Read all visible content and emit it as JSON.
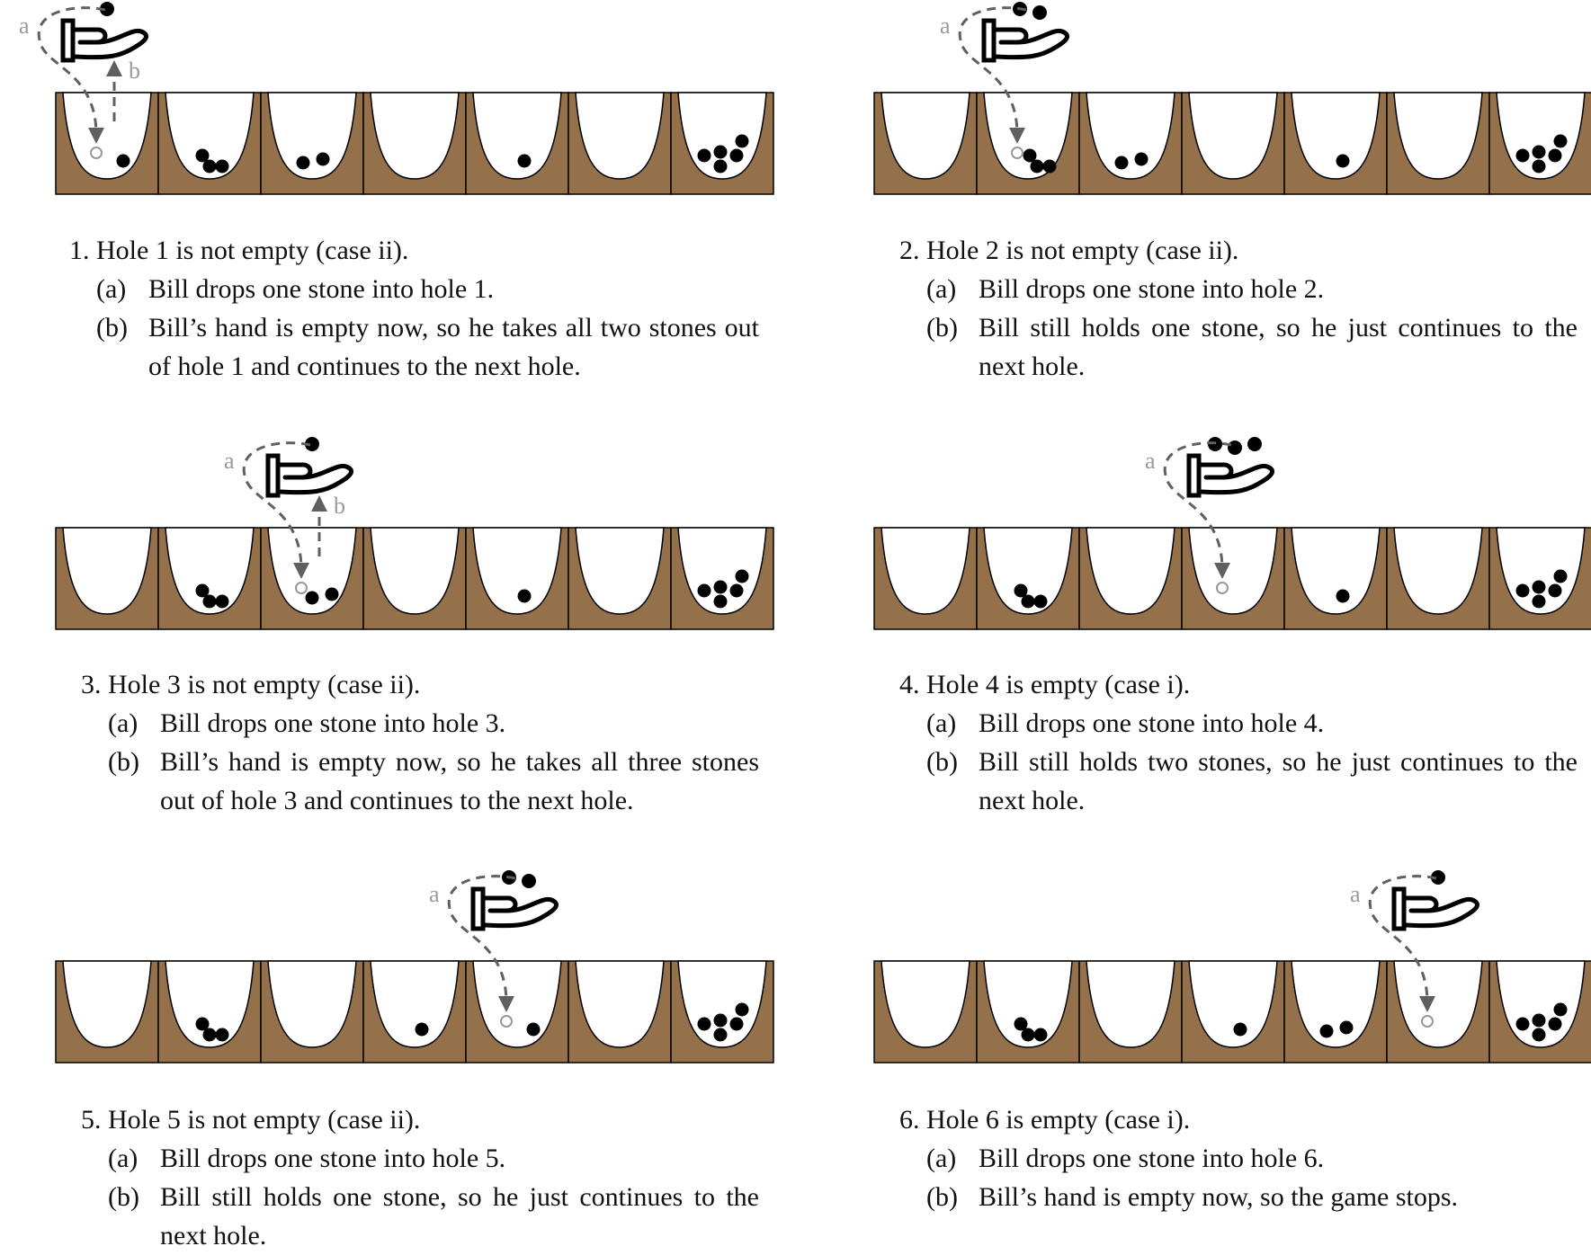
{
  "colors": {
    "board": "#94714b",
    "stone": "#000000",
    "arrow": "#5f5f64",
    "label": "#9a9a9a"
  },
  "labels": {
    "a": "a",
    "b": "b"
  },
  "panels": [
    {
      "number": "1.",
      "heading": "Hole 1 is not empty (case ii).",
      "items": [
        {
          "label": "(a)",
          "text": "Bill drops one stone into hole 1."
        },
        {
          "label": "(b)",
          "text": "Bill’s hand is empty now, so he takes all two stones out of hole 1 and continues to the next hole."
        }
      ],
      "holes": [
        1,
        3,
        2,
        0,
        1,
        0,
        5
      ],
      "target_hole": 1,
      "hand_stones": 1,
      "take_back": true
    },
    {
      "number": "2.",
      "heading": "Hole 2 is not empty (case ii).",
      "items": [
        {
          "label": "(a)",
          "text": "Bill drops one stone into hole 2."
        },
        {
          "label": "(b)",
          "text": "Bill still holds one stone, so he just continues to the next hole."
        }
      ],
      "holes": [
        0,
        3,
        2,
        0,
        1,
        0,
        5
      ],
      "target_hole": 2,
      "hand_stones": 2,
      "take_back": false
    },
    {
      "number": "3.",
      "heading": "Hole 3 is not empty (case ii).",
      "items": [
        {
          "label": "(a)",
          "text": "Bill drops one stone into hole 3."
        },
        {
          "label": "(b)",
          "text": "Bill’s hand is empty now, so he takes all three stones out of hole 3 and continues to the next hole."
        }
      ],
      "holes": [
        0,
        3,
        2,
        0,
        1,
        0,
        5
      ],
      "target_hole": 3,
      "hand_stones": 1,
      "take_back": true
    },
    {
      "number": "4.",
      "heading": "Hole 4 is empty (case i).",
      "items": [
        {
          "label": "(a)",
          "text": "Bill drops one stone into hole 4."
        },
        {
          "label": "(b)",
          "text": "Bill still holds two stones, so he just continues to the next hole."
        }
      ],
      "holes": [
        0,
        3,
        0,
        0,
        1,
        0,
        5
      ],
      "target_hole": 4,
      "hand_stones": 3,
      "take_back": false
    },
    {
      "number": "5.",
      "heading": "Hole 5 is not empty (case ii).",
      "items": [
        {
          "label": "(a)",
          "text": "Bill drops one stone into hole 5."
        },
        {
          "label": "(b)",
          "text": "Bill still holds one stone, so he just continues to the next hole."
        }
      ],
      "holes": [
        0,
        3,
        0,
        1,
        1,
        0,
        5
      ],
      "target_hole": 5,
      "hand_stones": 2,
      "take_back": false
    },
    {
      "number": "6.",
      "heading": "Hole 6 is empty (case i).",
      "items": [
        {
          "label": "(a)",
          "text": "Bill drops one stone into hole 6."
        },
        {
          "label": "(b)",
          "text": "Bill’s hand is empty now, so the game stops."
        }
      ],
      "holes": [
        0,
        3,
        0,
        1,
        2,
        0,
        5
      ],
      "target_hole": 6,
      "hand_stones": 1,
      "take_back": false
    }
  ]
}
